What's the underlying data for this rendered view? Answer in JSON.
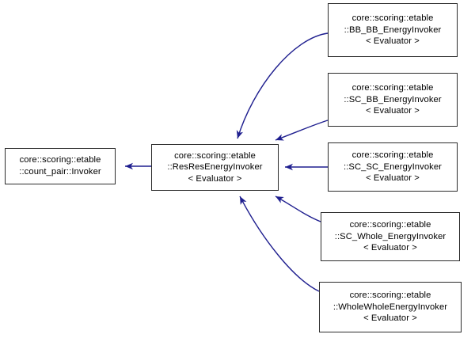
{
  "diagram": {
    "type": "inheritance-graph",
    "title": "",
    "edge_color": "#1f1f8f",
    "node_border_color": "#2b2b2b",
    "node_fill_color": "#ffffff",
    "text_color": "#000000",
    "background_color": "#ffffff",
    "base": {
      "id": "count-pair-invoker",
      "lines": [
        "core::scoring::etable",
        "::count_pair::Invoker"
      ]
    },
    "center": {
      "id": "resres-energy-invoker",
      "lines": [
        "core::scoring::etable",
        "::ResResEnergyInvoker",
        "< Evaluator >"
      ]
    },
    "derived": [
      {
        "id": "bb-bb-energy-invoker",
        "lines": [
          "core::scoring::etable",
          "::BB_BB_EnergyInvoker",
          "< Evaluator >"
        ]
      },
      {
        "id": "sc-bb-energy-invoker",
        "lines": [
          "core::scoring::etable",
          "::SC_BB_EnergyInvoker",
          "< Evaluator >"
        ]
      },
      {
        "id": "sc-sc-energy-invoker",
        "lines": [
          "core::scoring::etable",
          "::SC_SC_EnergyInvoker",
          "< Evaluator >"
        ]
      },
      {
        "id": "sc-whole-energy-invoker",
        "lines": [
          "core::scoring::etable",
          "::SC_Whole_EnergyInvoker",
          "< Evaluator >"
        ]
      },
      {
        "id": "wholewhole-energy-invoker",
        "lines": [
          "core::scoring::etable",
          "::WholeWholeEnergyInvoker",
          "< Evaluator >"
        ]
      }
    ]
  }
}
